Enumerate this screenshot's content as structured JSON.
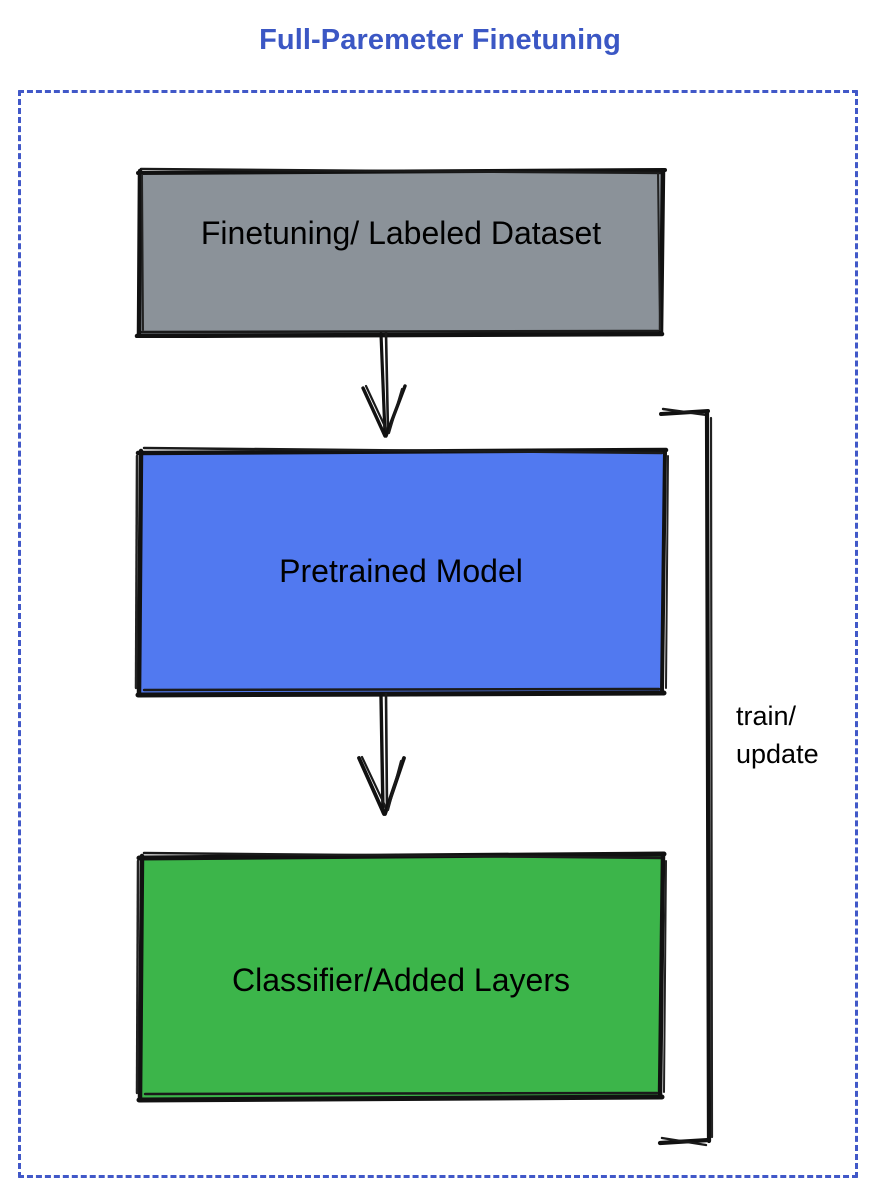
{
  "diagram": {
    "title": "Full-Paremeter Finetuning",
    "title_color": "#3b57c4",
    "container_border_color": "#4158c8",
    "background_color": "#ffffff"
  },
  "nodes": [
    {
      "id": "dataset",
      "label": "Finetuning/ Labeled Dataset",
      "fill": "#8b9299",
      "stroke": "#000000"
    },
    {
      "id": "pretrained",
      "label": "Pretrained Model",
      "fill": "#5179f0",
      "stroke": "#000000"
    },
    {
      "id": "classifier",
      "label": "Classifier/Added Layers",
      "fill": "#3cb54a",
      "stroke": "#000000"
    }
  ],
  "edges": [
    {
      "id": "dataset-to-pretrained",
      "from": "dataset",
      "to": "pretrained",
      "label": "",
      "style": "sketchy-arrow-down"
    },
    {
      "id": "pretrained-to-classifier",
      "from": "pretrained",
      "to": "classifier",
      "label": "",
      "style": "sketchy-arrow-down"
    },
    {
      "id": "classifier-to-pretrained-loop",
      "from": "classifier",
      "to": "pretrained",
      "label_line1": "train/",
      "label_line2": "update",
      "style": "sketchy-bracket-right"
    }
  ],
  "loop_label": {
    "line1": "train/",
    "line2": "update"
  }
}
